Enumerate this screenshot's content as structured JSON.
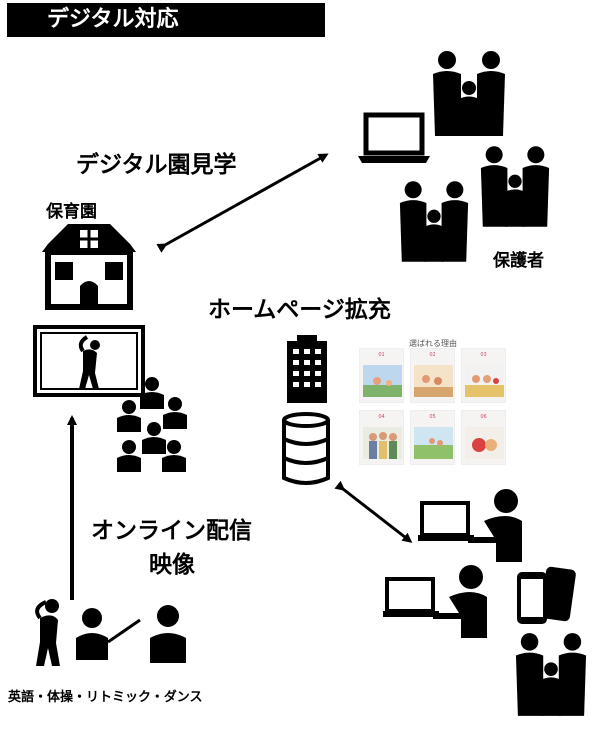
{
  "title": "デジタル対応",
  "labels": {
    "virtual_tour": "デジタル園見学",
    "nursery": "保育園",
    "guardians": "保護者",
    "homepage": "ホームページ拡充",
    "online_line1": "オンライン配信",
    "online_line2": "映像",
    "lessons": "英語・体操・リトミック・ダンス"
  },
  "website_panel": {
    "heading": "選ばれる理由",
    "cards": [
      {
        "num": "01"
      },
      {
        "num": "02"
      },
      {
        "num": "03"
      },
      {
        "num": "04"
      },
      {
        "num": "05"
      },
      {
        "num": "06"
      }
    ]
  }
}
